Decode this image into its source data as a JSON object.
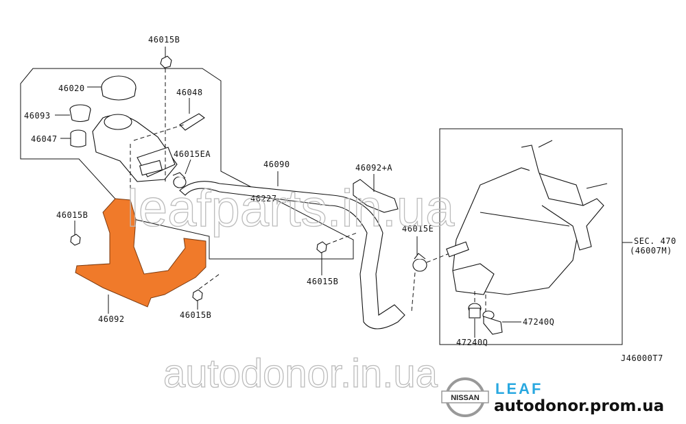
{
  "diagram": {
    "labels": {
      "top_nut": "46015B",
      "cap": "46020",
      "pin": "46048",
      "seal_ring": "46093",
      "grommet": "46047",
      "clamp_ea": "46015EA",
      "hose": "46090",
      "bracket_a": "46092+A",
      "hose_clip": "46227",
      "nut_left": "46015B",
      "clamp_e": "46015E",
      "section": "SEC. 470",
      "section_sub": "(46007M)",
      "nut_mid": "46015B",
      "bracket": "46092",
      "nut_bottom": "46015B",
      "sensor_right": "47240Q",
      "sensor_left": "47240Q",
      "diagram_code": "J46000T7"
    },
    "highlight_color": "#f07a2a"
  },
  "watermarks": {
    "top": "leafparts.in.ua",
    "bottom": "autodonor.in.ua"
  },
  "branding": {
    "logo_text": "NISSAN",
    "model": "LEAF",
    "site": "autodonor.prom.ua",
    "model_color": "#29a8e0"
  }
}
